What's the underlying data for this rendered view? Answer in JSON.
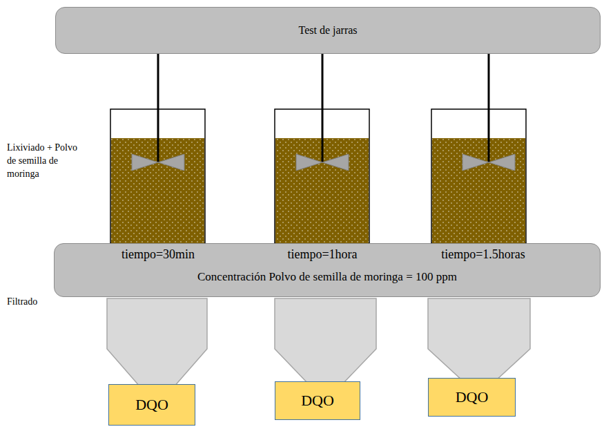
{
  "diagram": {
    "nodes": [
      {
        "text": [
          "Test de jarras"
        ]
      },
      {
        "text": [
          "Concentración Polvo de semilla de moringa = 100 ppm"
        ]
      },
      {
        "text": [
          "DQO"
        ]
      },
      {
        "text": [
          "DQO"
        ]
      },
      {
        "text": [
          "DQO"
        ]
      }
    ],
    "labels": [
      "Lixiviado + Polvo de semilla de moringa",
      "tiempo=30min",
      "tiempo=1hora",
      "tiempo=1.5horas",
      "Filtrado"
    ]
  }
}
